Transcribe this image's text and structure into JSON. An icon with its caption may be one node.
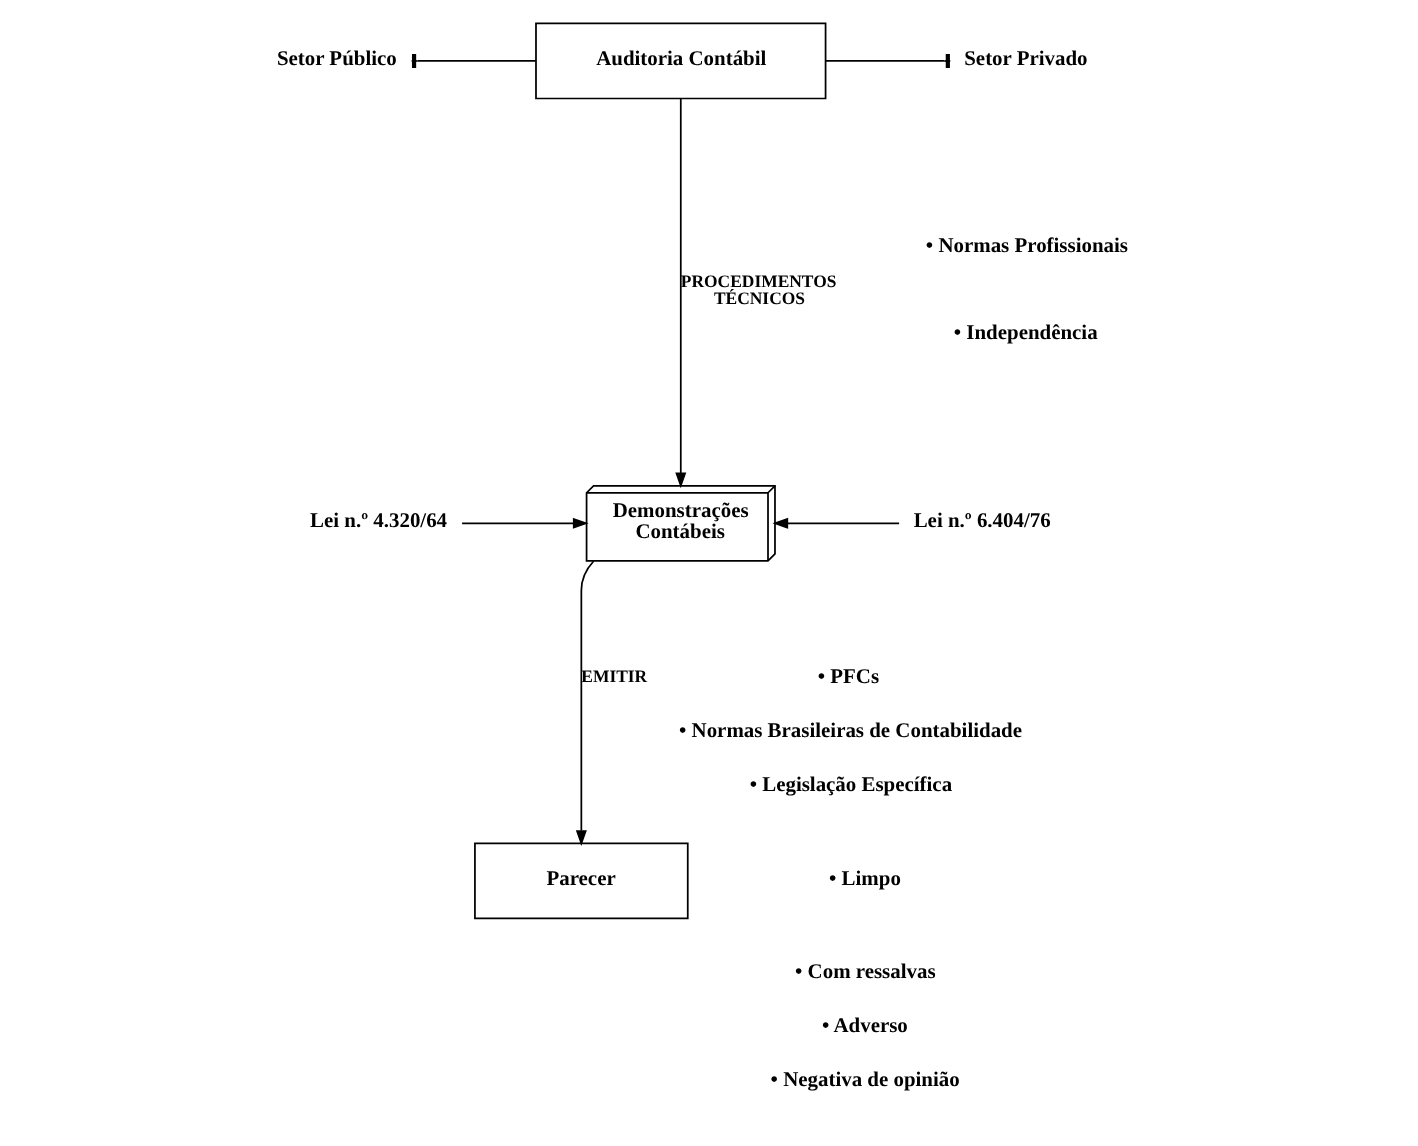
{
  "diagram": {
    "nodes": [
      {
        "text": [
          "Setor Público"
        ]
      },
      {
        "text": [
          "Auditoria Contábil"
        ]
      },
      {
        "text": [
          "Setor Privado"
        ]
      },
      {
        "text": [
          "Lei n.º 4.320/64"
        ]
      },
      {
        "text": [
          "Demonstrações Contábeis"
        ]
      },
      {
        "text": [
          "Lei n.º 6.404/76"
        ]
      },
      {
        "text": [
          "Parecer"
        ]
      }
    ],
    "edges": [
      {
        "from": 1,
        "to": 0,
        "arrow": "other"
      },
      {
        "from": 1,
        "to": 2,
        "arrow": "other"
      },
      {
        "from": 1,
        "to": 4,
        "arrow": "to",
        "label": "PROCEDIMENTOS TÉCNICOS"
      },
      {
        "from": 3,
        "to": 4,
        "arrow": "to"
      },
      {
        "from": 5,
        "to": 4,
        "arrow": "to"
      },
      {
        "from": 4,
        "to": 6,
        "arrow": "to",
        "label": "EMITIR"
      }
    ],
    "labels": [
      "• Normas Profissionais",
      "• Independência",
      "• PFCs",
      "• Normas Brasileiras de Contabilidade",
      "• Legislação Específica",
      "• Limpo",
      "• Com ressalvas",
      "• Adverso",
      "• Negativa de opinião"
    ]
  }
}
